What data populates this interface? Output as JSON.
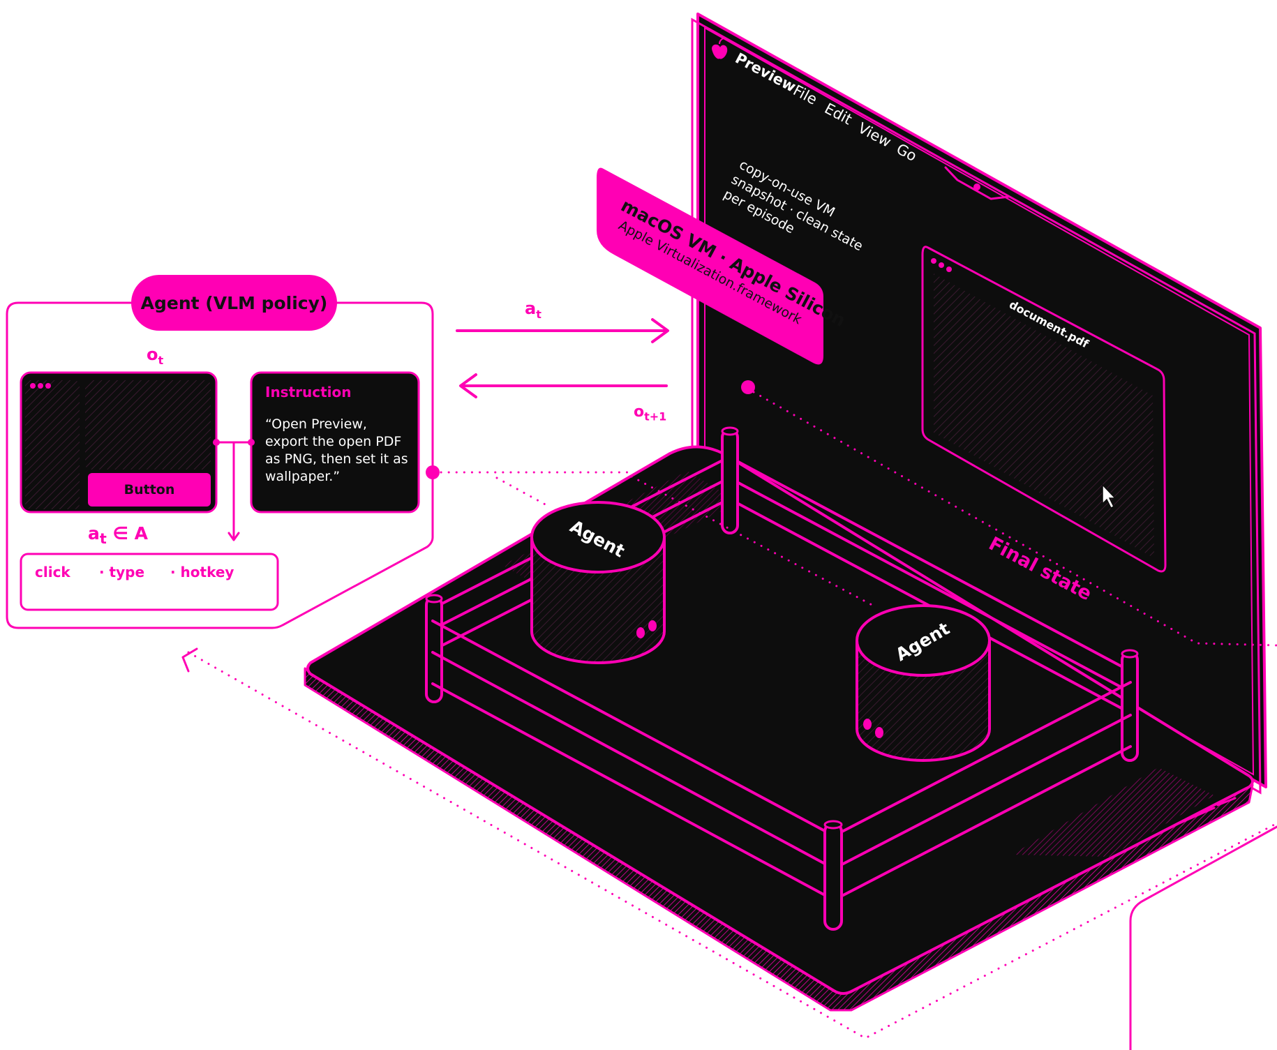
{
  "agent_panel": {
    "title": "Agent (VLM policy)",
    "observation_label": "o",
    "observation_sub": "t",
    "instruction_title": "Instruction",
    "instruction_text": "“Open Preview, export the open PDF as PNG, then set it as wallpaper.”",
    "button_label": "Button",
    "action_space_label": "a",
    "action_space_sub": "t",
    "action_space_suffix": " ∈ A",
    "actions": [
      "click",
      "· type",
      "· hotkey"
    ]
  },
  "arrows": {
    "action_label": "a",
    "action_sub": "t",
    "observation_label": "o",
    "observation_sub": "t+1"
  },
  "screen": {
    "menubar": [
      "Preview",
      "File",
      "Edit",
      "View",
      "Go"
    ],
    "note_lines": [
      "copy-on-use VM",
      "snapshot · clean state",
      "per episode"
    ],
    "window_title": "document.pdf",
    "final_state_label": "Final state"
  },
  "vm_tag": {
    "title": "macOS VM · Apple Silicon",
    "subtitle": "Apple Virtualization.framework"
  },
  "agents": [
    "Agent",
    "Agent"
  ],
  "colors": {
    "accent": "#ff00b4",
    "dark": "#0d0d0d",
    "background": "#ffffff"
  },
  "icons": [
    "apple-logo-icon",
    "cursor-arrow-icon",
    "window-dots-icon"
  ]
}
